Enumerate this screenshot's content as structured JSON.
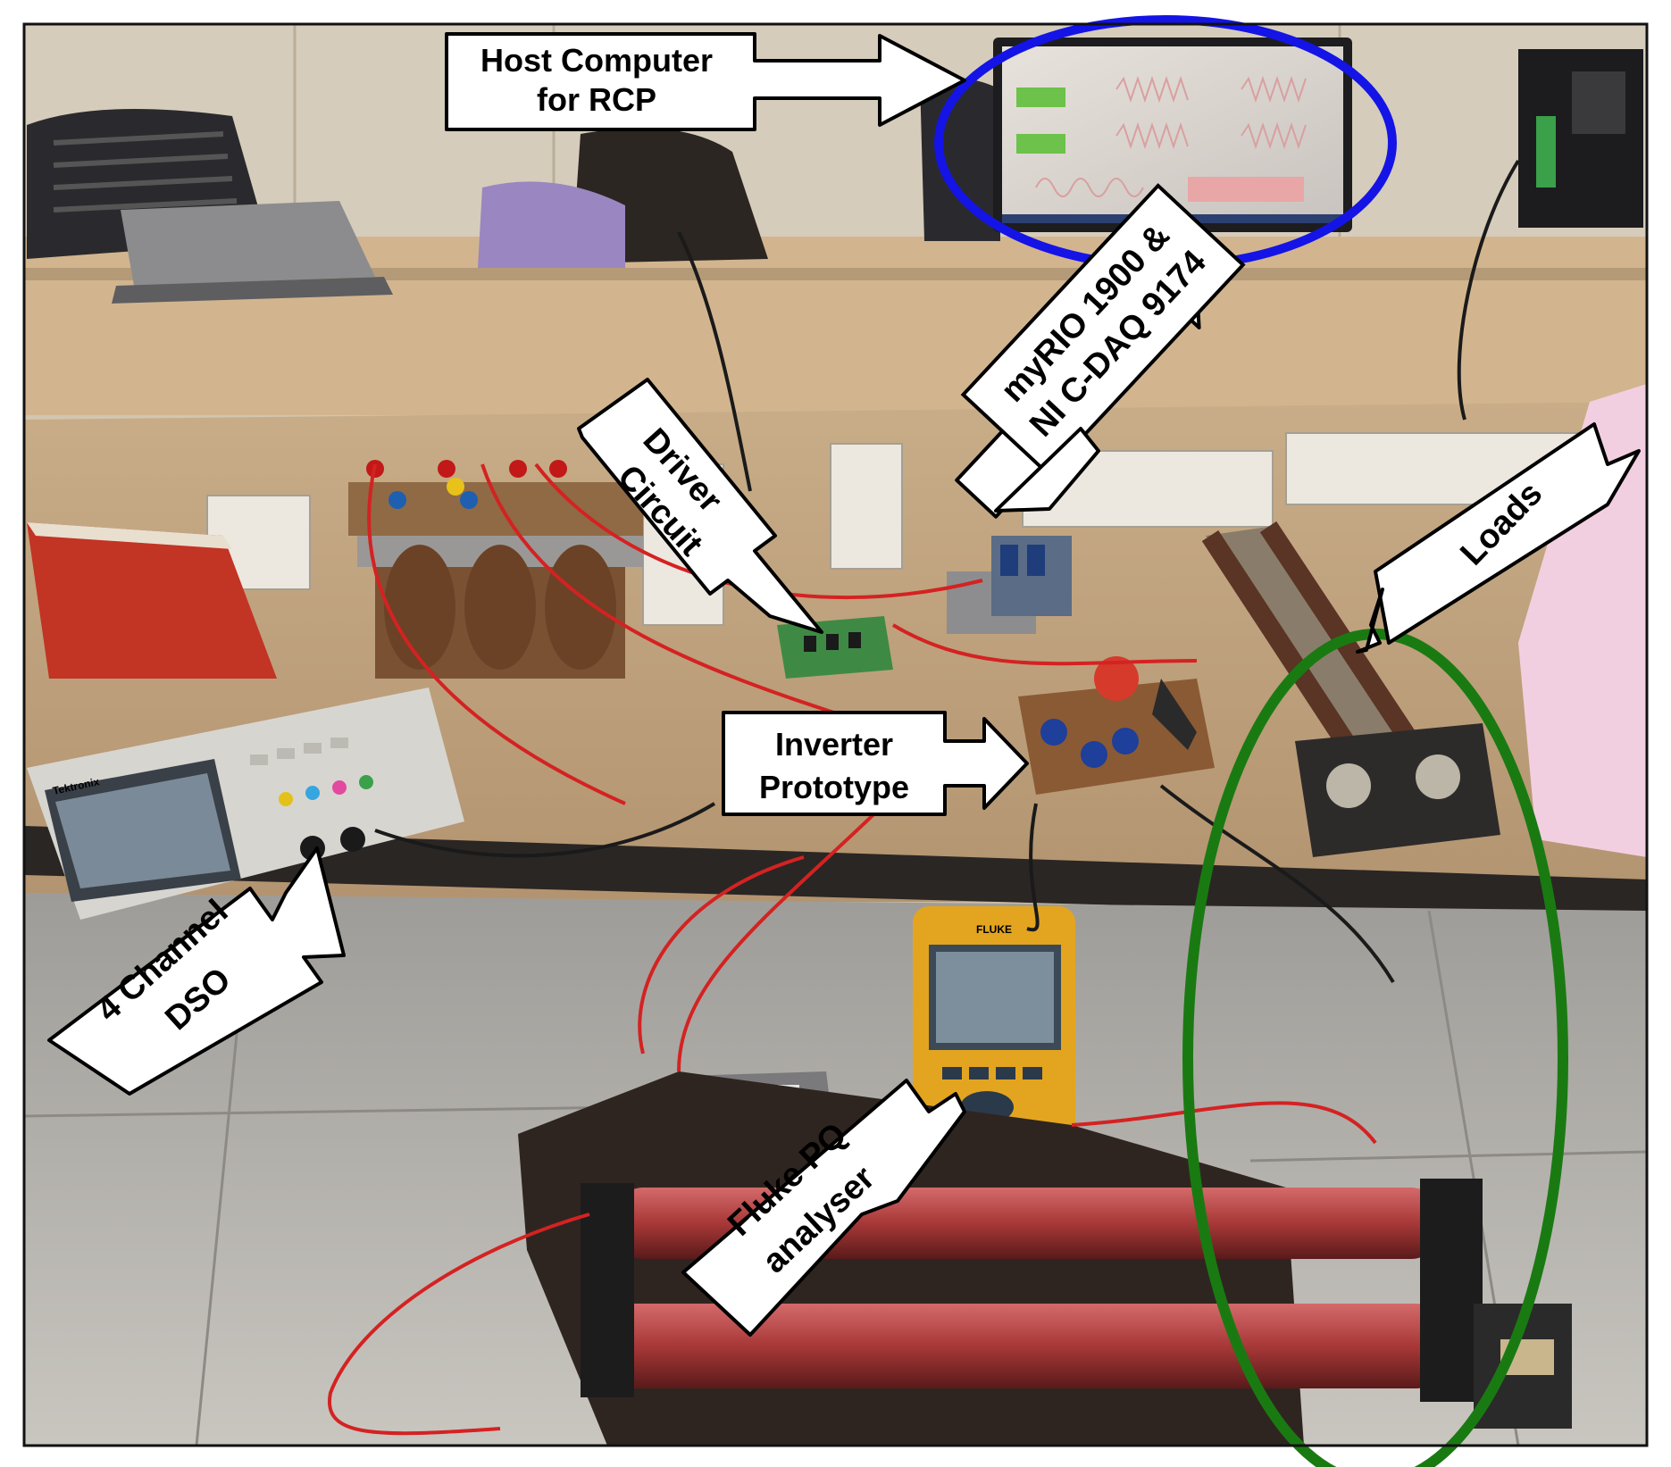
{
  "callouts": {
    "host_computer": {
      "line1": "Host Computer",
      "line2": "for RCP"
    },
    "myrio": {
      "line1": "myRIO 1900 &",
      "line2": "NI C-DAQ 9174"
    },
    "driver": {
      "line1": "Driver",
      "line2": "Circuit"
    },
    "loads": {
      "line1": "Loads"
    },
    "inverter": {
      "line1": "Inverter",
      "line2": "Prototype"
    },
    "dso": {
      "line1": "4 Channel",
      "line2": "DSO"
    },
    "fluke": {
      "line1": "Fluke PQ",
      "line2": "analyser"
    }
  },
  "highlights": {
    "monitor_ring_color": "#1414e6",
    "loads_ring_color": "#1a7a12"
  },
  "device_labels": {
    "fluke_brand": "FLUKE",
    "dso_brand": "Tektronix"
  }
}
